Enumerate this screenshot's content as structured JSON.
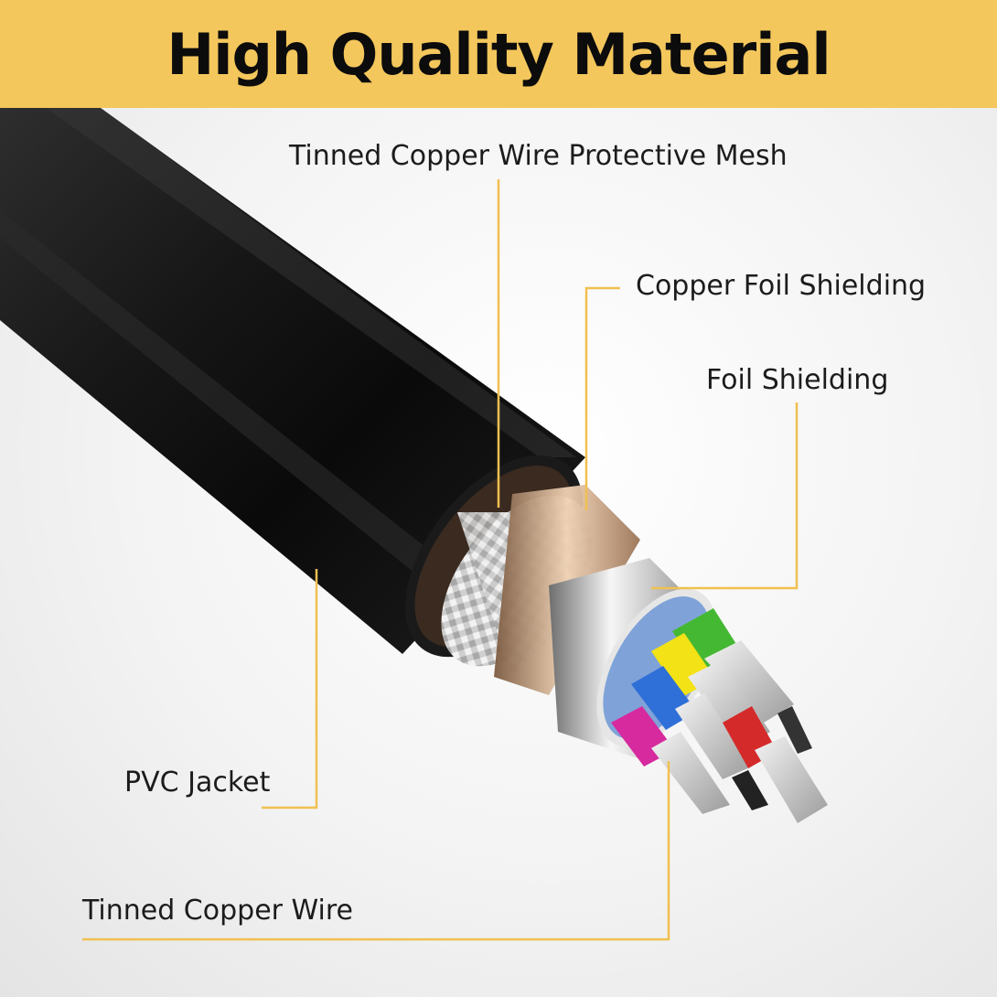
{
  "header": {
    "title": "High Quality Material"
  },
  "labels": {
    "mesh": "Tinned Copper Wire Protective Mesh",
    "copper_foil": "Copper Foil Shielding",
    "foil": "Foil Shielding",
    "jacket": "PVC Jacket",
    "wire": "Tinned Copper Wire"
  },
  "colors": {
    "banner": "#f4c75c",
    "leader": "#f0c050",
    "jacket": "#141414",
    "strand_colors": [
      "#44b832",
      "#f2e216",
      "#2f6fd8",
      "#d42a2a",
      "#d62a9e"
    ]
  }
}
